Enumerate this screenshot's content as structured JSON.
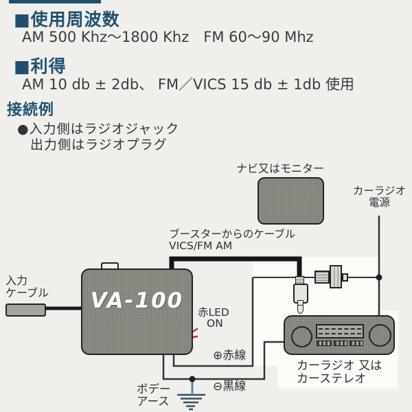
{
  "specs": {
    "frequency_heading": "■使用周波数",
    "frequency_value": "AM 500 Khz～1800 Khz　FM 60～90 Mhz",
    "gain_heading": "■利得",
    "gain_value": "AM 10 db ± 2db、 FM／VICS 15 db ± 1db 使用",
    "connection_heading": "接続例",
    "connection_note_line1": "●入力側はラジオジャック",
    "connection_note_line2": "出力側はラジオプラグ"
  },
  "diagram": {
    "nav_monitor": "ナビ又はモニター",
    "car_radio_power": {
      "line1": "カーラジオ",
      "line2": "電源"
    },
    "booster_cable": {
      "line1": "ブースターからのケーブル",
      "line2": "VICS/FM AM"
    },
    "input_cable": {
      "line1": "入力",
      "line2": "ケーブル"
    },
    "device": "VA-100",
    "led": {
      "line1": "赤LED",
      "line2": "ON"
    },
    "red_wire": "⊕赤線",
    "black_wire": "⊖黒線",
    "body_ground": {
      "line1": "ボデー",
      "line2": "アース"
    },
    "car_radio": {
      "line1": "カーラジオ 又は",
      "line2": "カーステレオ"
    }
  },
  "colors": {
    "heading_navy": "#20506e",
    "text_dark": "#3b3b3b",
    "wire": "#333333",
    "thick_cable": "#161616",
    "ground_stem_teal": "#4a8e96",
    "led_red": "#b03a28",
    "box_gray": "#96968f",
    "background": "#f0efec",
    "inner_white": "#fbfbf8"
  }
}
